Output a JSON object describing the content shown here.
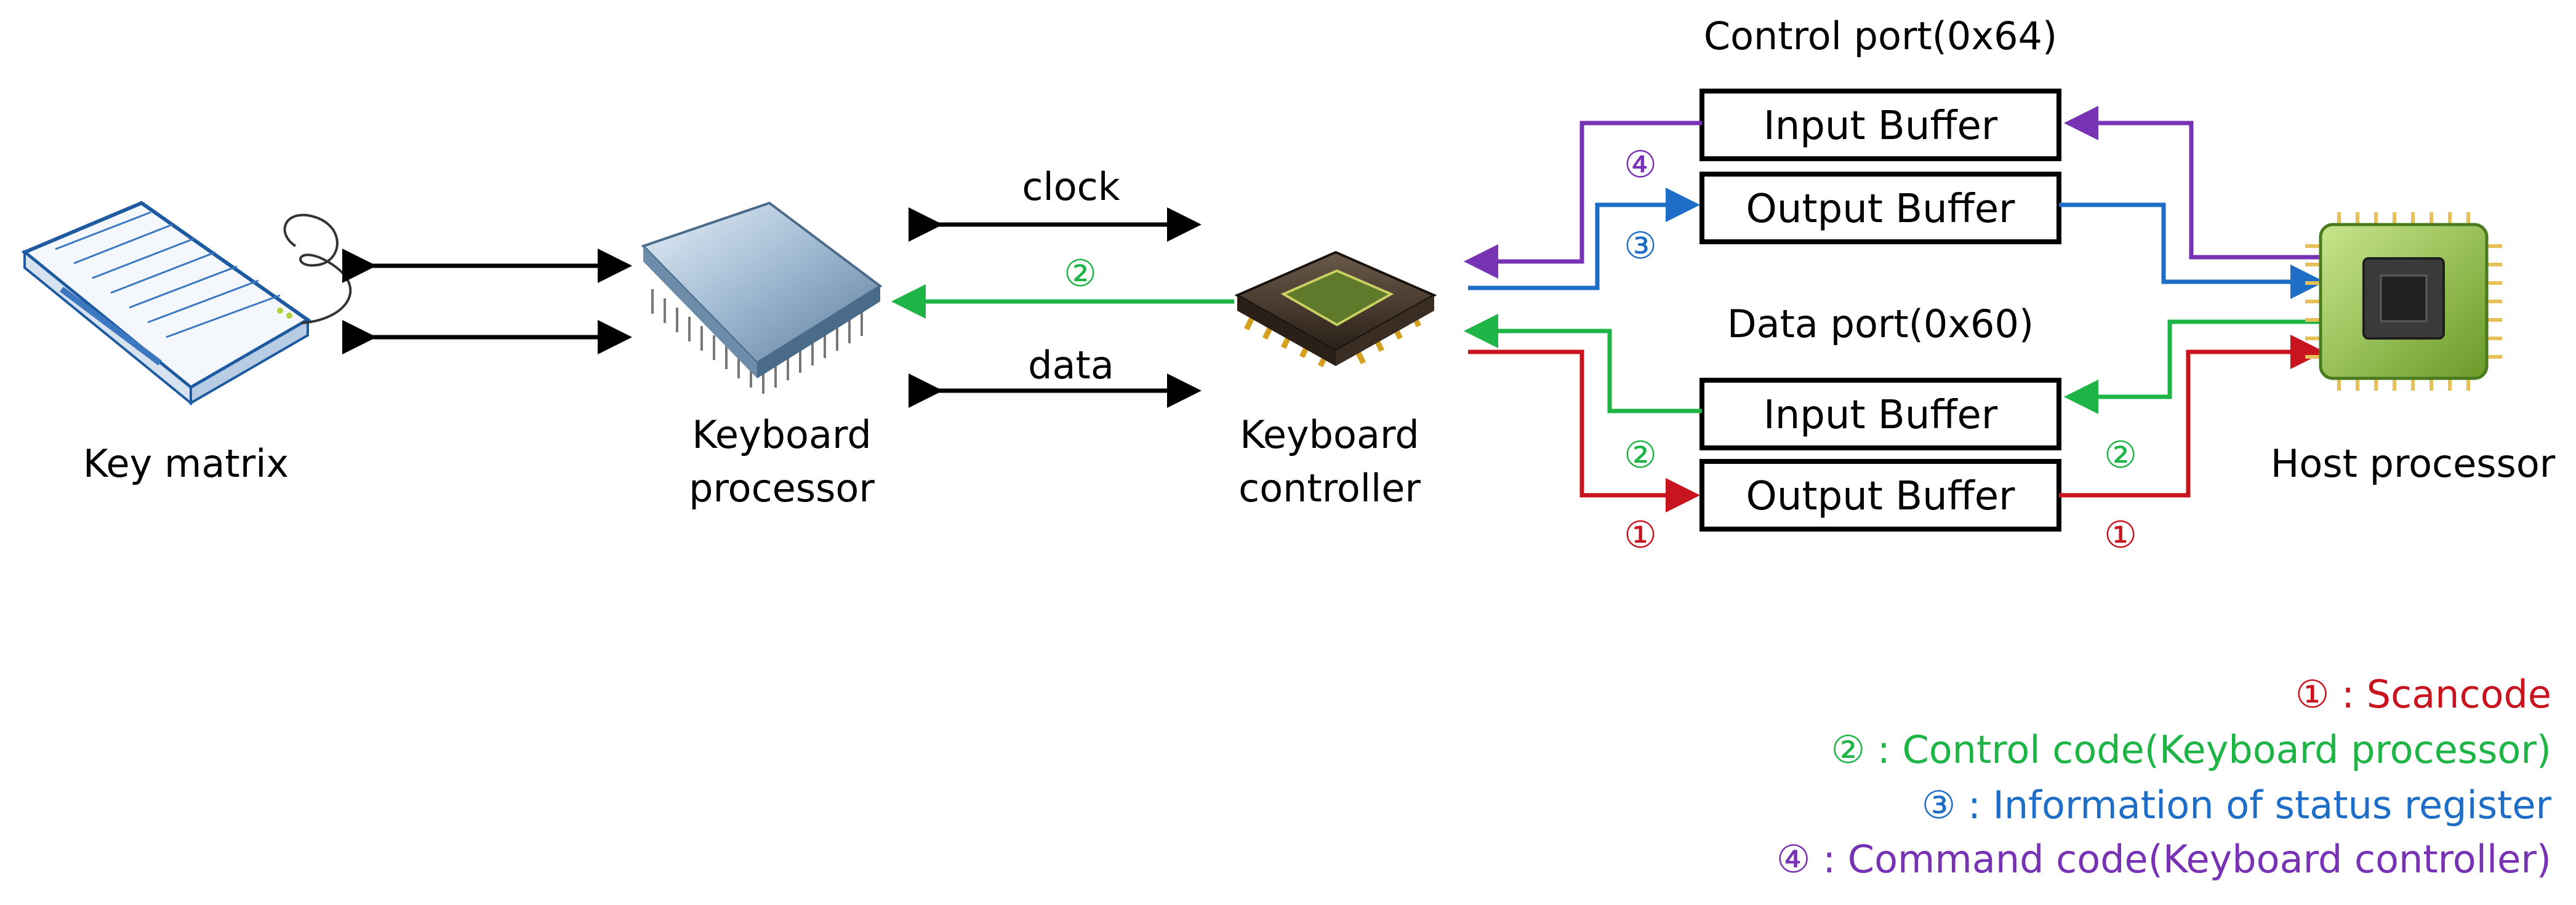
{
  "labels": {
    "key_matrix": "Key matrix",
    "keyboard_processor_1": "Keyboard",
    "keyboard_processor_2": "processor",
    "keyboard_controller_1": "Keyboard",
    "keyboard_controller_2": "controller",
    "host_processor": "Host processor",
    "clock": "clock",
    "data": "data",
    "control_port": "Control port(0x64)",
    "data_port": "Data port(0x60)"
  },
  "buffers": {
    "control_input": "Input Buffer",
    "control_output": "Output Buffer",
    "data_input": "Input Buffer",
    "data_output": "Output Buffer"
  },
  "markers": {
    "one": "①",
    "two": "②",
    "three": "③",
    "four": "④"
  },
  "legend": {
    "item1": "① : Scancode",
    "item2": "② : Control code(Keyboard processor)",
    "item3": "③ : Information of status register",
    "item4": "④ : Command code(Keyboard controller)"
  },
  "colors": {
    "scancode": "#c8141e",
    "control_code": "#1eb446",
    "status": "#1e6ec8",
    "command": "#7832b4",
    "link": "#000000"
  }
}
